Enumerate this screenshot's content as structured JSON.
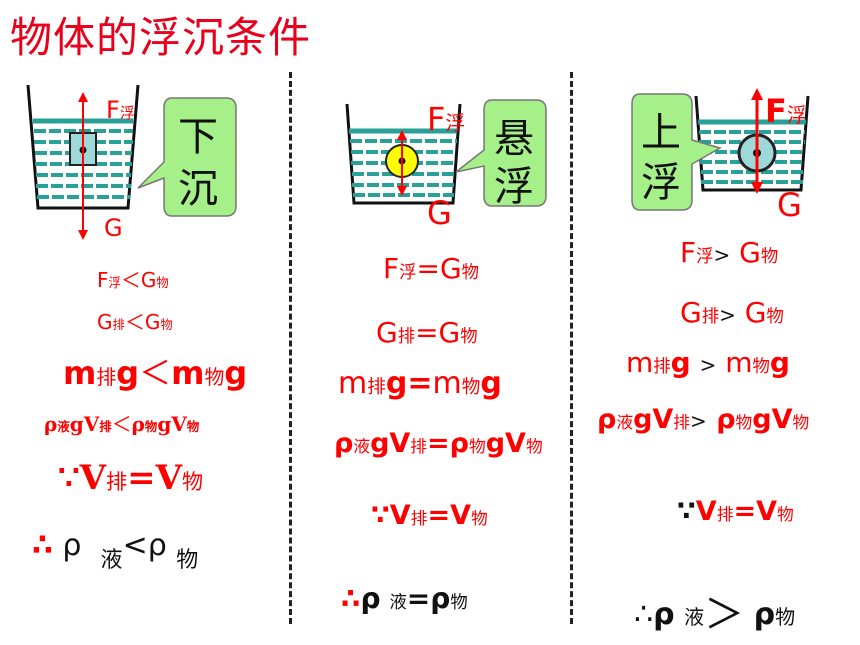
{
  "title": "物体的浮沉条件",
  "labels": {
    "F": "F",
    "fu": "浮",
    "G": "G",
    "pai": "排",
    "wu": "物",
    "ye": "液",
    "V": "V",
    "g": "g",
    "m": "m",
    "rho": "ρ",
    "because": "∵",
    "therefore": "∴",
    "lt": "＜",
    "lt2": "<",
    "gt": ">",
    "gt2": "＞",
    "eq": "="
  },
  "panels": [
    {
      "state": "下沉",
      "state_line1": "下",
      "state_line2": "沉"
    },
    {
      "state": "悬浮",
      "state_line1": "悬",
      "state_line2": "浮"
    },
    {
      "state": "上浮",
      "state_line1": "上",
      "state_line2": "浮"
    }
  ],
  "colors": {
    "title": "#e8001c",
    "text": "#ff0000",
    "water": "#2aa198",
    "callout": "#a6f08a",
    "sphere": "#ffff00"
  }
}
